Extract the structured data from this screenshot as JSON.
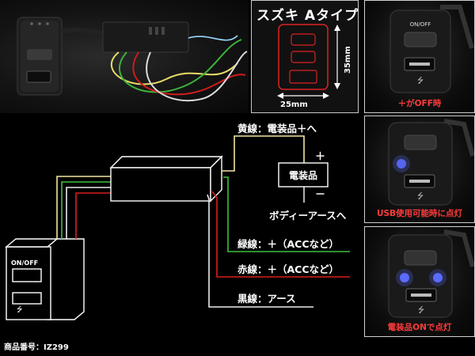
{
  "spec": {
    "title": "スズキ Aタイプ",
    "height": "35mm",
    "width": "25mm"
  },
  "photos": [
    {
      "caption": "＋がOFF時"
    },
    {
      "caption": "USB使用可能時に点灯"
    },
    {
      "caption": "電装品ONで点灯"
    }
  ],
  "device": {
    "onoff": "ON/OFF"
  },
  "diagram": {
    "load_box": "電装品",
    "plus": "＋",
    "minus": "－",
    "yellow": "黄線：電装品＋へ",
    "body": "ボディーアースへ",
    "green": "緑線：＋（ACCなど）",
    "red": "赤線：＋（ACCなど）",
    "black": "黒線：アース"
  },
  "model_number": "商品番号：IZ299",
  "colors": {
    "yellow": "#f2e6a0",
    "green": "#3fbf3f",
    "red": "#d81e1e",
    "white": "#eaeaea",
    "caption": "#ff3b3b",
    "led": "#5a6cff"
  }
}
